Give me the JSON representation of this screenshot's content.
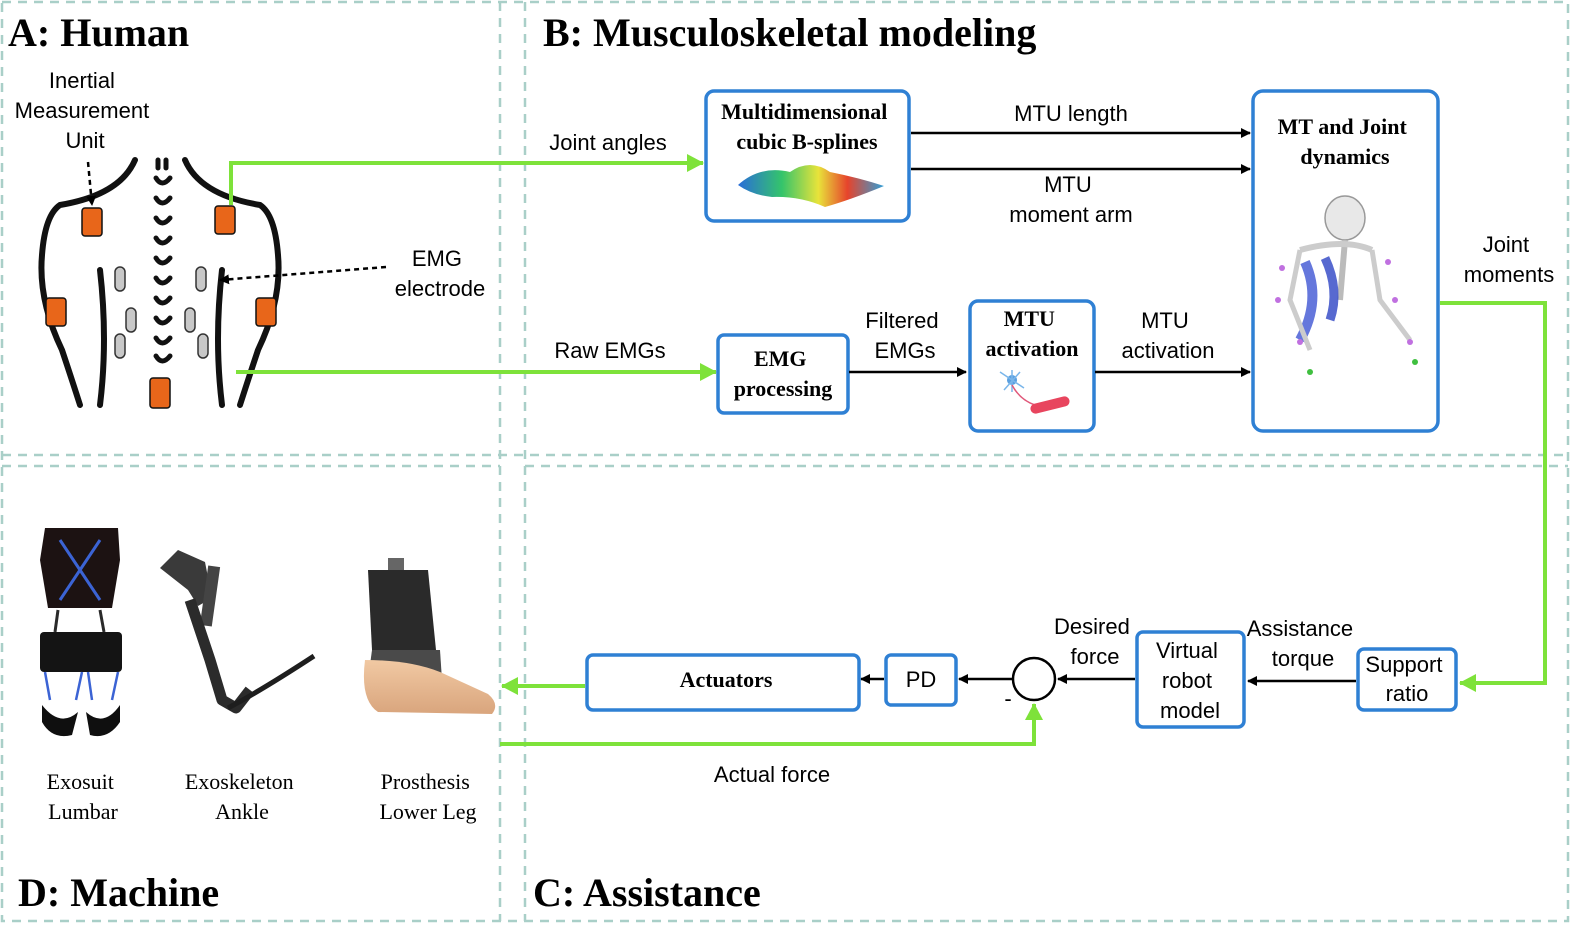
{
  "panels": {
    "human": "A: Human",
    "modeling": "B: Musculoskeletal modeling",
    "assistance": "C: Assistance",
    "machine": "D: Machine"
  },
  "human": {
    "imu_label": [
      "Inertial",
      "Measurement",
      "Unit"
    ],
    "emg_label": [
      "EMG",
      "electrode"
    ]
  },
  "modeling": {
    "bsplines_box": [
      "Multidimensional",
      "cubic B-splines"
    ],
    "mt_box": [
      "MT and Joint",
      "dynamics"
    ],
    "emg_box": [
      "EMG",
      "processing"
    ],
    "activation_box": [
      "MTU",
      "activation"
    ],
    "joint_angles": "Joint angles",
    "raw_emgs": "Raw EMGs",
    "mtu_length": "MTU length",
    "moment_arm": [
      "MTU",
      "moment arm"
    ],
    "filtered_emgs": [
      "Filtered",
      "EMGs"
    ],
    "mtu_activation": [
      "MTU",
      "activation"
    ],
    "joint_moments": [
      "Joint",
      "moments"
    ]
  },
  "assistance": {
    "actuators_box": "Actuators",
    "pd_box": "PD",
    "virtual_box": [
      "Virtual",
      "robot",
      "model"
    ],
    "support_box": [
      "Support",
      "ratio"
    ],
    "desired_force": [
      "Desired",
      "force"
    ],
    "assistance_torque": [
      "Assistance",
      "torque"
    ],
    "actual_force": "Actual force",
    "minus_sign": "-"
  },
  "machine": {
    "devices": [
      {
        "name": "Exosuit",
        "sub": "Lumbar"
      },
      {
        "name": "Exoskeleton",
        "sub": "Ankle"
      },
      {
        "name": "Prosthesis",
        "sub": "Lower Leg"
      }
    ]
  },
  "colors": {
    "box_border": "#2f80d4",
    "signal_green": "#7ee23a",
    "sensor_orange": "#e8661a",
    "divider": "#a9cfc8"
  }
}
